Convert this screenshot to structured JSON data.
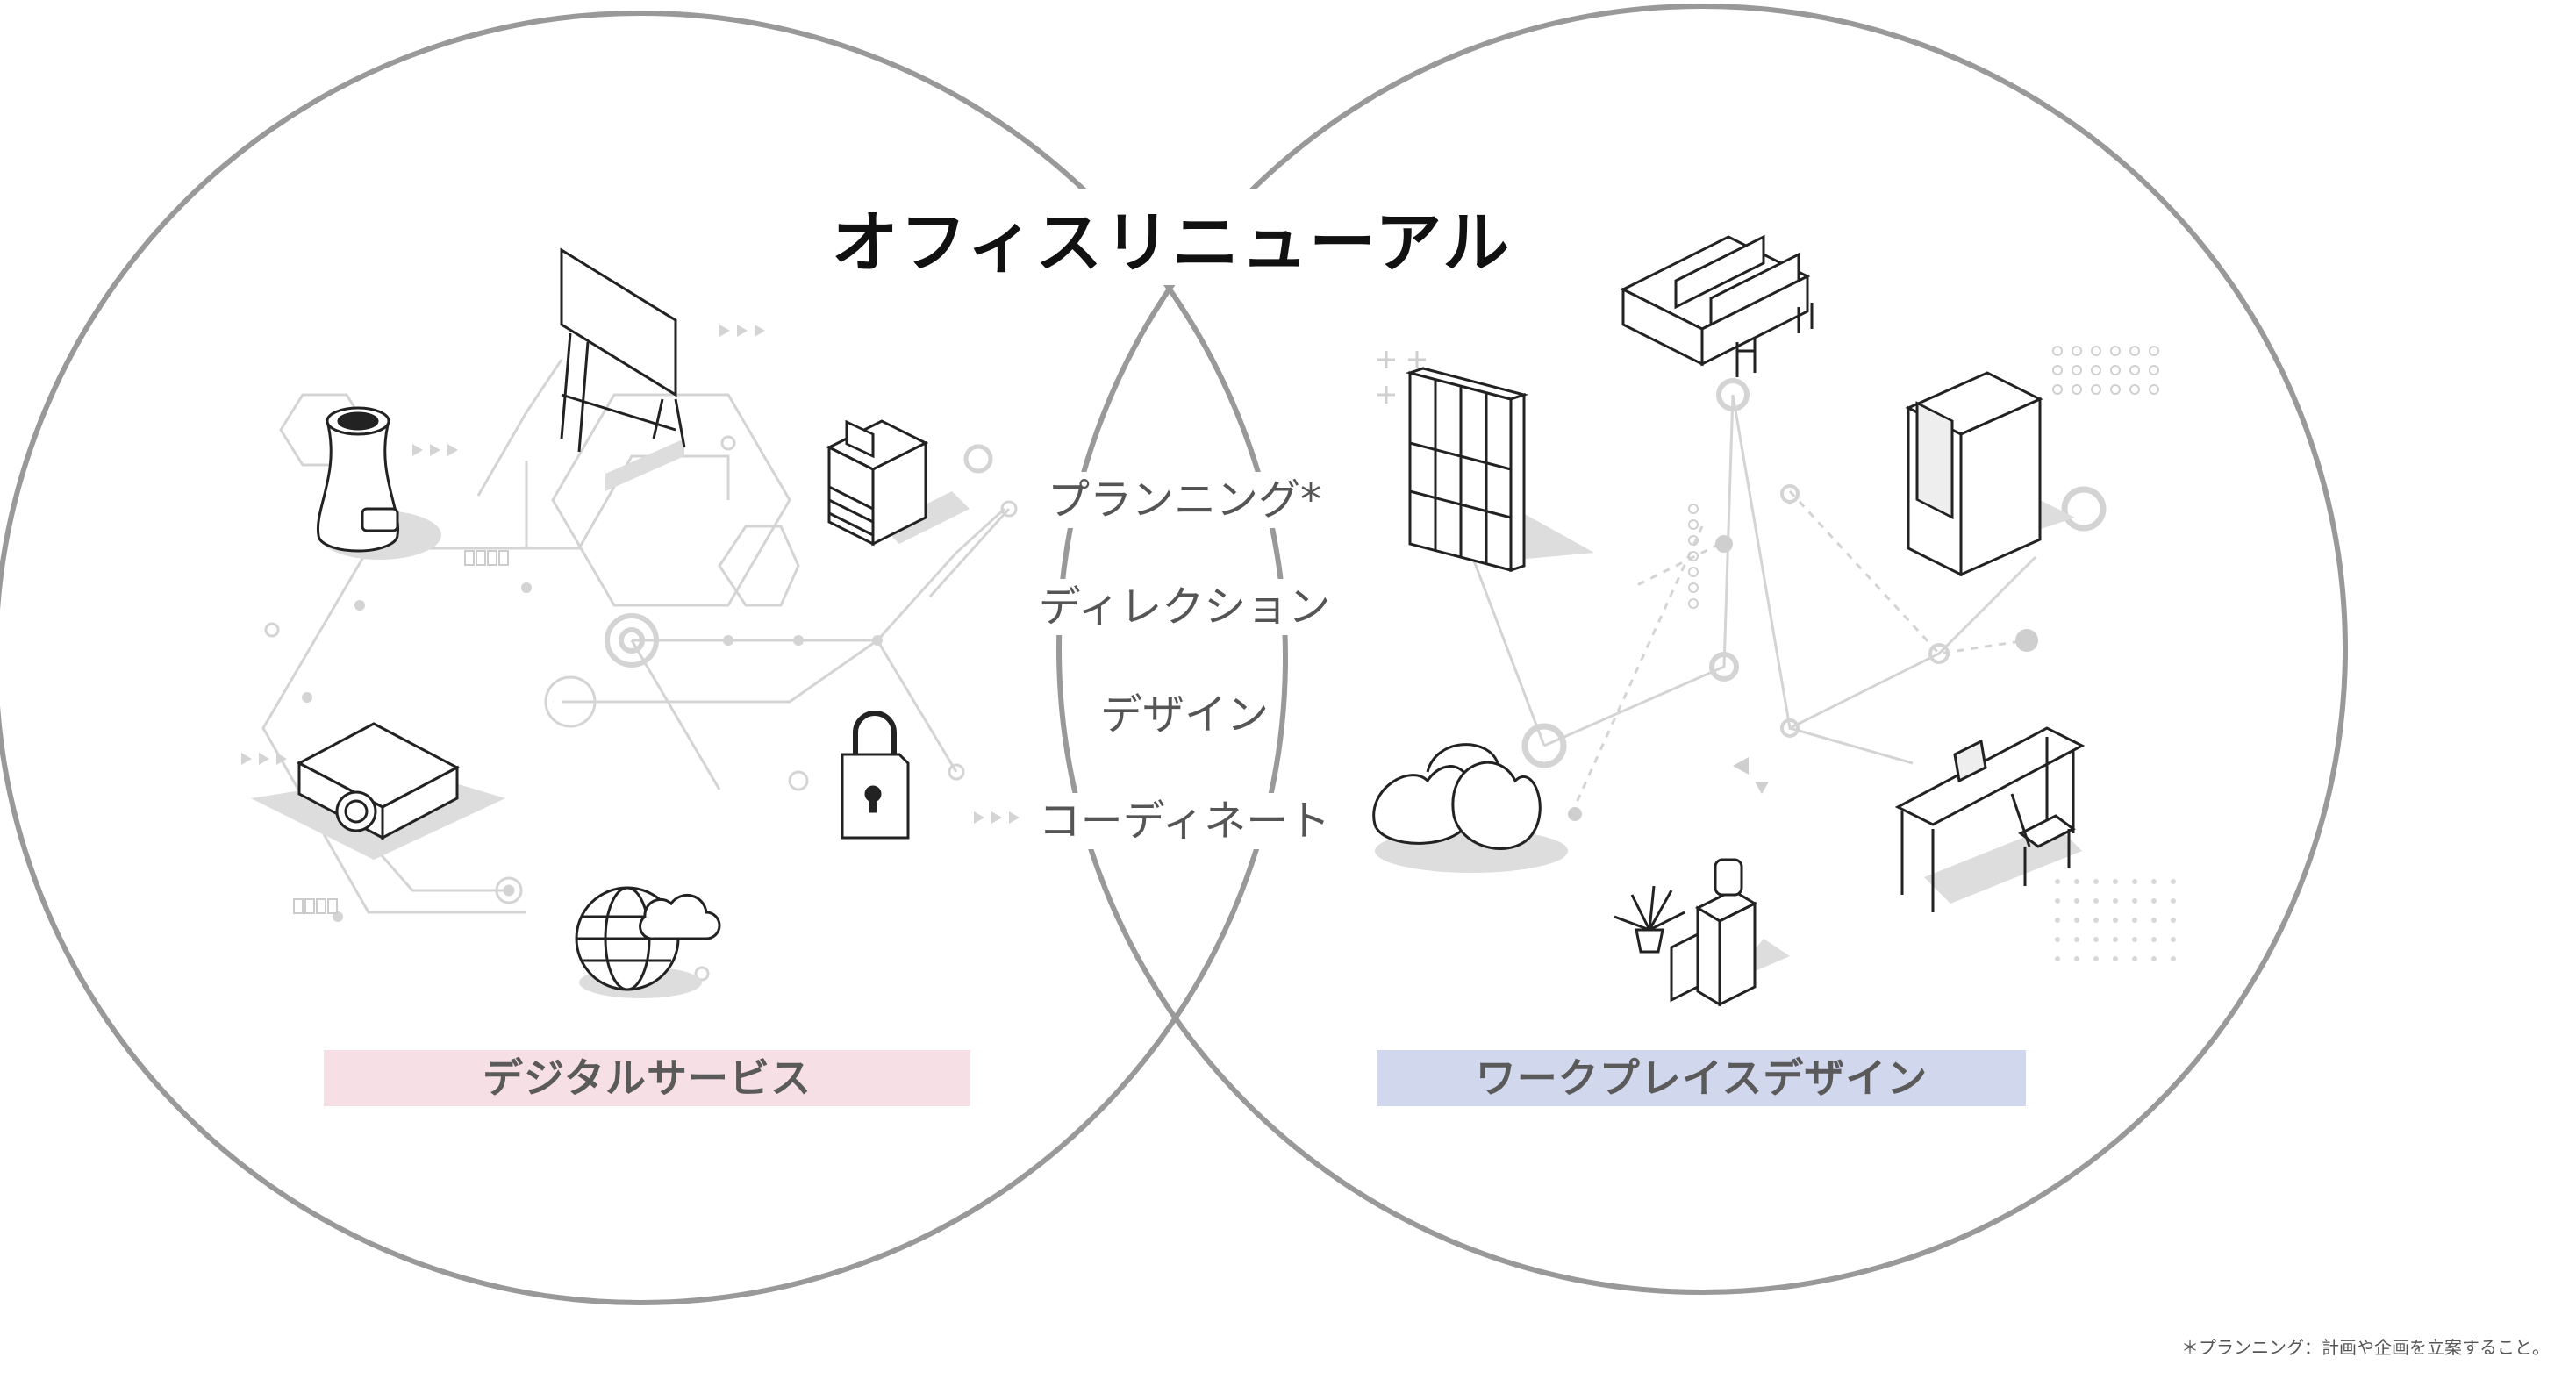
{
  "title": "オフィスリニューアル",
  "center_items": [
    "プランニング*",
    "ディレクション",
    "デザイン",
    "コーディネート"
  ],
  "left_circle": {
    "label": "デジタルサービス",
    "color": "#f6dfe5",
    "icons": [
      "speaker-icon",
      "whiteboard-icon",
      "copier-icon",
      "projector-icon",
      "lock-icon",
      "globe-cloud-icon"
    ]
  },
  "right_circle": {
    "label": "ワークプレイスデザイン",
    "color": "#d1d7ec",
    "icons": [
      "desk-cluster-icon",
      "locker-icon",
      "phone-booth-icon",
      "beanbag-icon",
      "laptop-desk-icon",
      "plant-water-dispenser-icon"
    ]
  },
  "footnote": "＊プランニング：計画や企画を立案すること。"
}
